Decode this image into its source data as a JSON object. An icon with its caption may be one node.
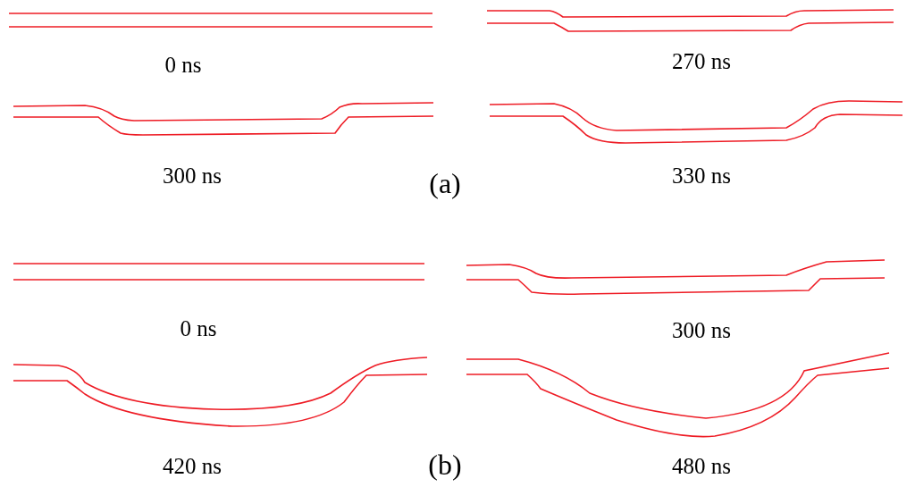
{
  "diagram": {
    "labels": [
      "0 ns",
      "270 ns",
      "300 ns",
      "(a)",
      "330 ns",
      "0 ns",
      "300 ns",
      "(b)",
      "420 ns",
      "480 ns"
    ]
  }
}
